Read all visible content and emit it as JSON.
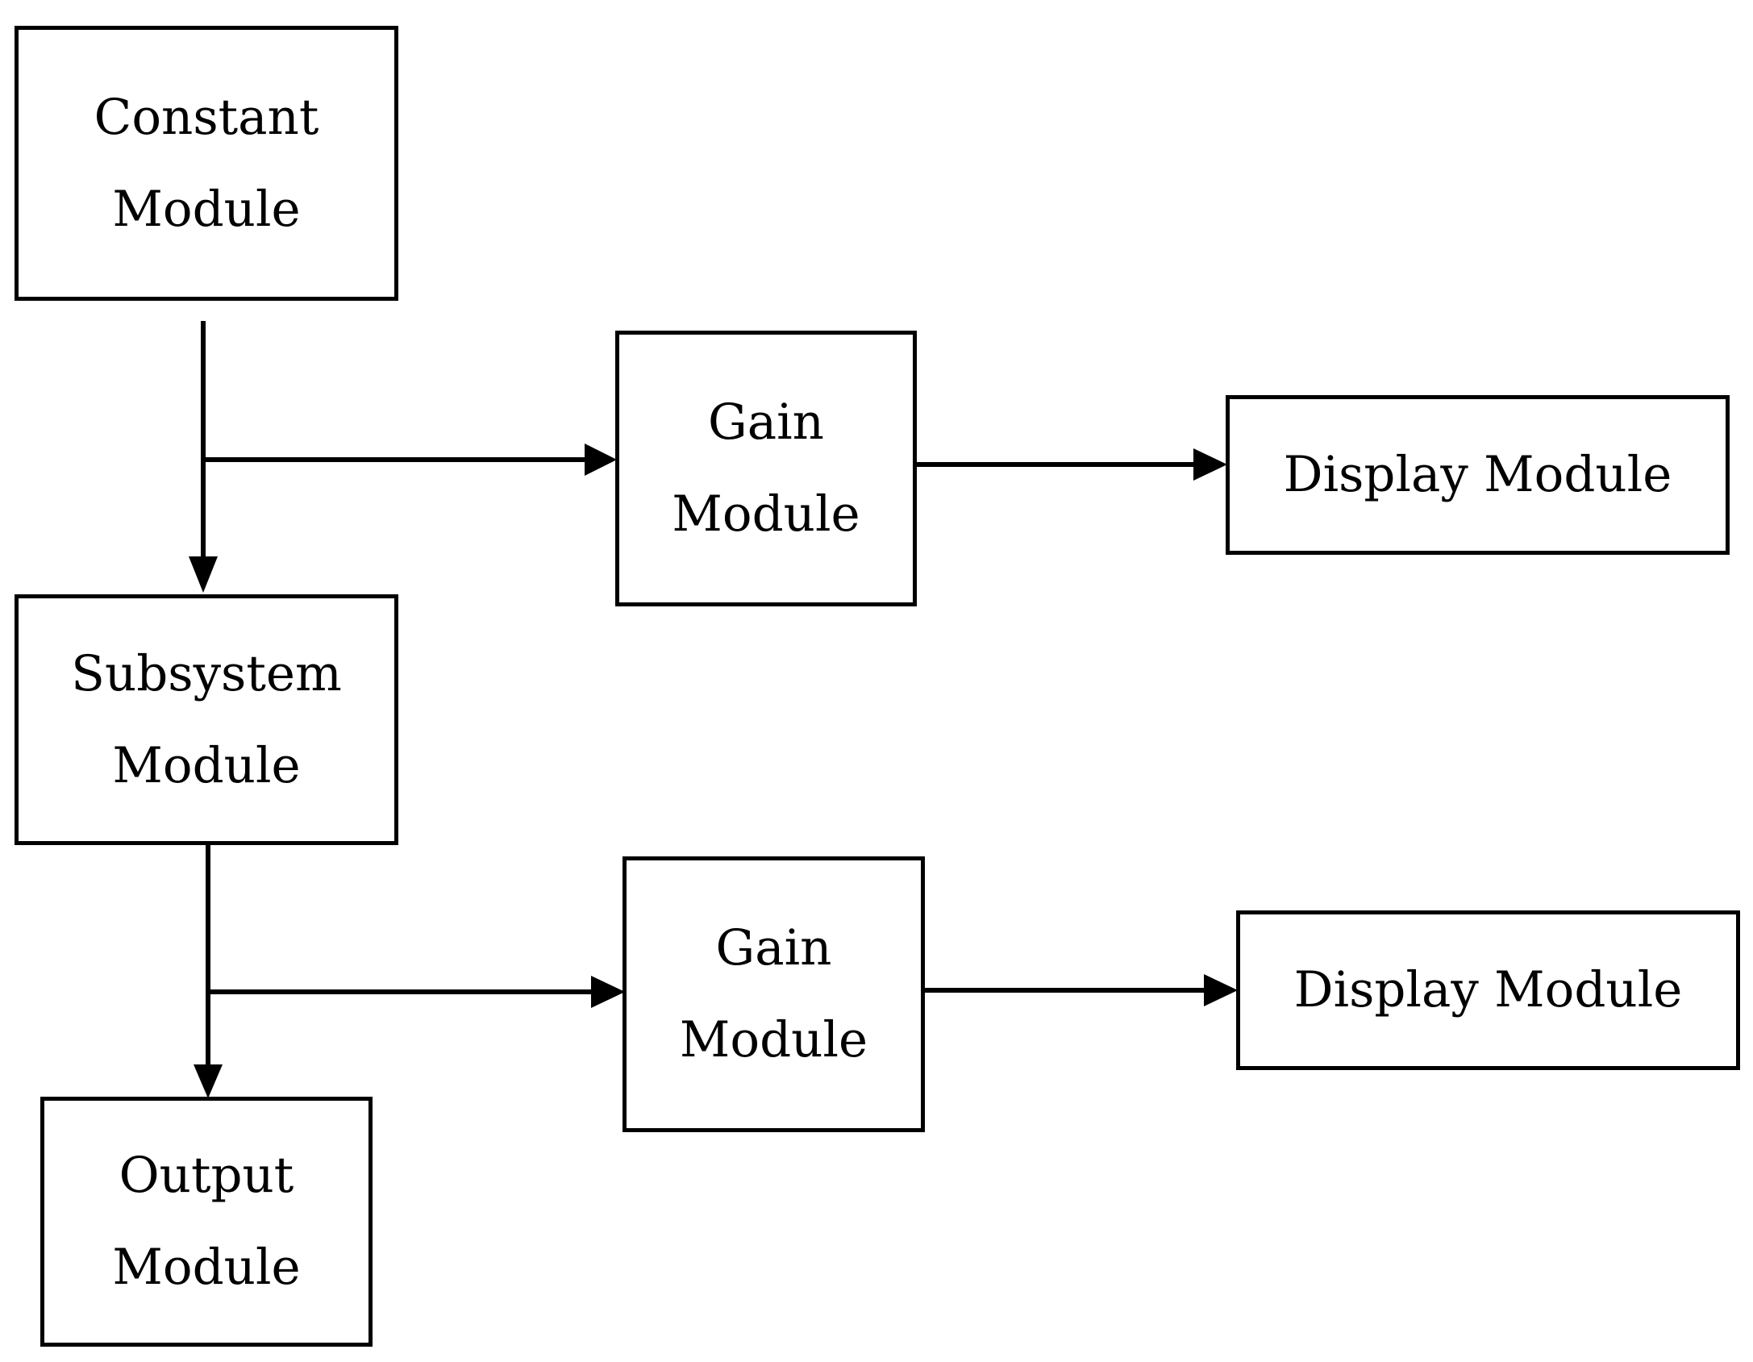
{
  "diagram": {
    "blocks": {
      "constant": {
        "line1": "Constant",
        "line2": "Module"
      },
      "gain_top": {
        "line1": "Gain",
        "line2": "Module"
      },
      "display_top": {
        "label": "Display Module"
      },
      "subsystem": {
        "line1": "Subsystem",
        "line2": "Module"
      },
      "gain_bottom": {
        "line1": "Gain",
        "line2": "Module"
      },
      "display_bottom": {
        "label": "Display Module"
      },
      "output": {
        "line1": "Output",
        "line2": "Module"
      }
    },
    "connections": [
      {
        "from": "constant",
        "to": "subsystem"
      },
      {
        "from": "constant",
        "to": "gain_top"
      },
      {
        "from": "gain_top",
        "to": "display_top"
      },
      {
        "from": "subsystem",
        "to": "output"
      },
      {
        "from": "subsystem",
        "to": "gain_bottom"
      },
      {
        "from": "gain_bottom",
        "to": "display_bottom"
      }
    ],
    "colors": {
      "stroke": "#000000",
      "background": "#ffffff"
    }
  }
}
